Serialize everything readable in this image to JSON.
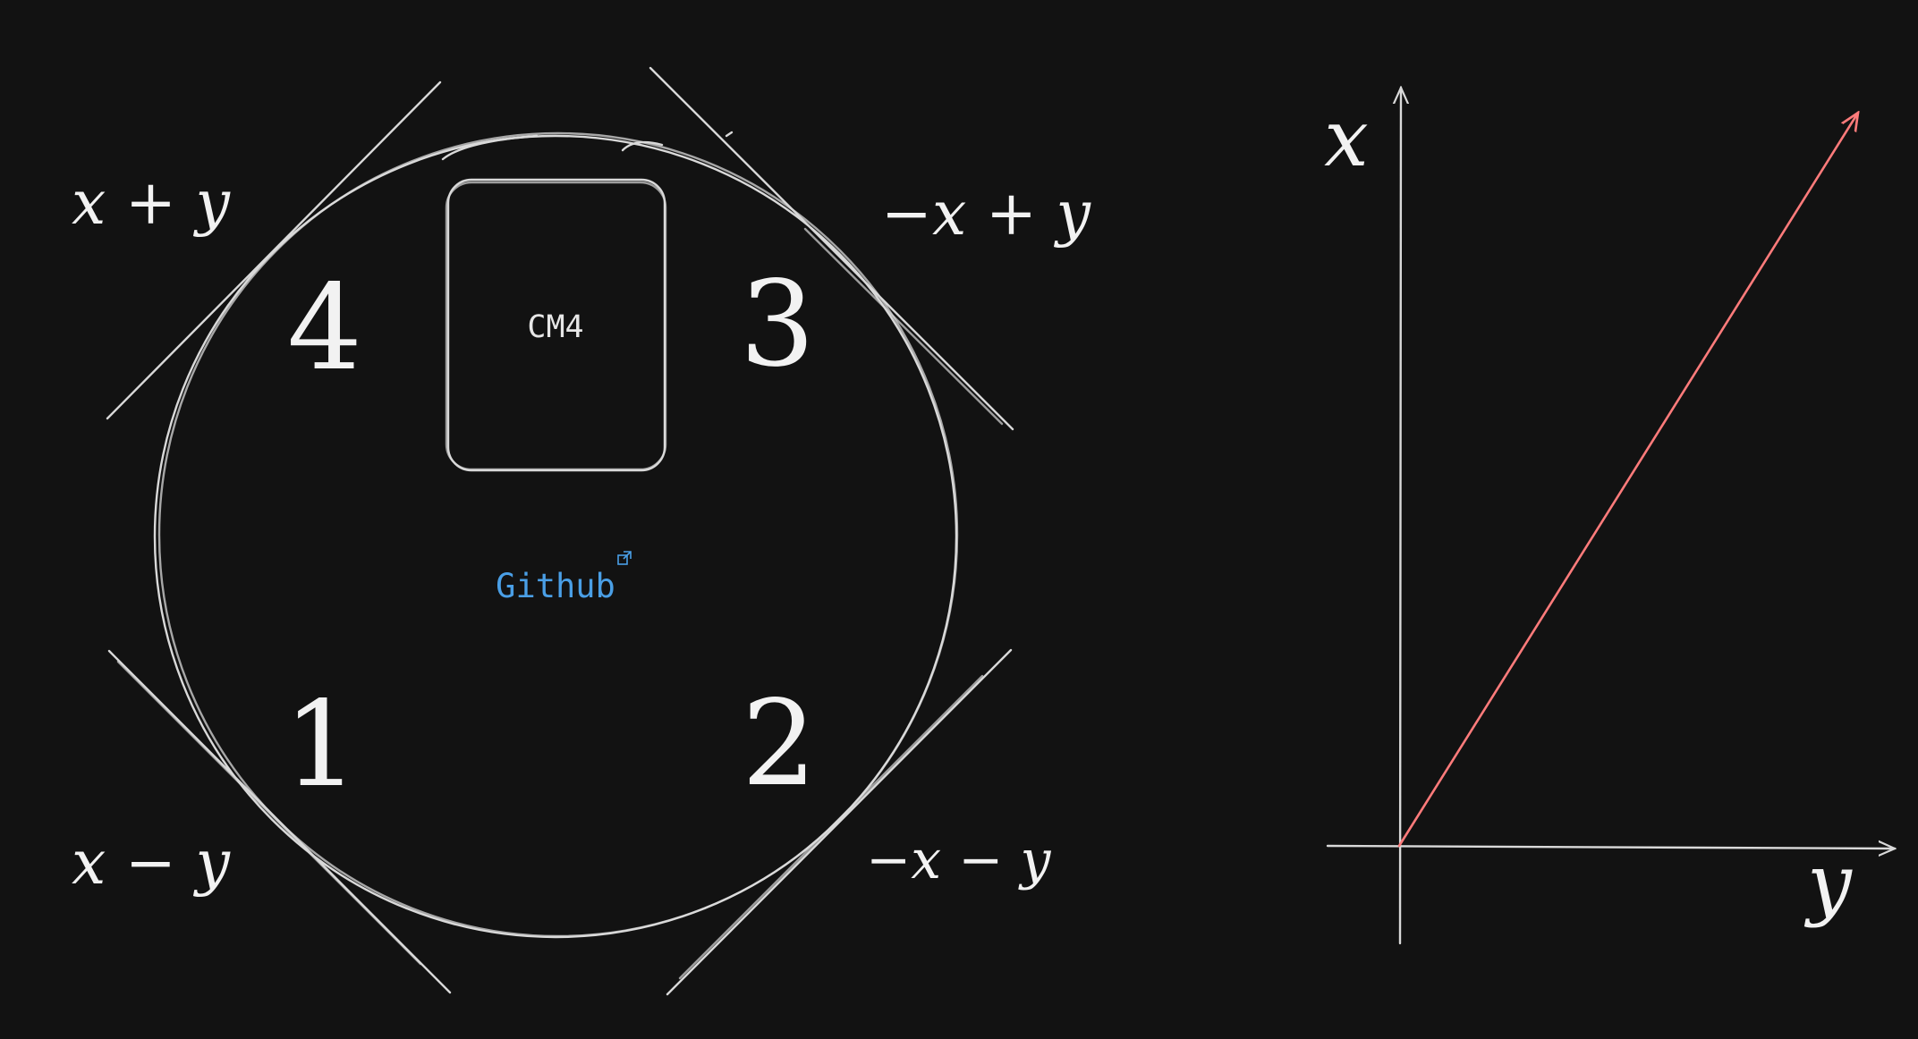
{
  "wheel_diagram": {
    "quadrant_numbers": {
      "q1": "1",
      "q2": "2",
      "q3": "3",
      "q4": "4"
    },
    "wheel_formulas": {
      "wheel_1": "x − y",
      "wheel_2": "−x − y",
      "wheel_3": "−x + y",
      "wheel_4": "x + y"
    },
    "module_label": "CM4",
    "link_label": "Github",
    "link_color": "#4a9fe6"
  },
  "axes_diagram": {
    "vertical_axis_label": "x",
    "horizontal_axis_label": "y",
    "vector_color": "#ff7b7b"
  }
}
